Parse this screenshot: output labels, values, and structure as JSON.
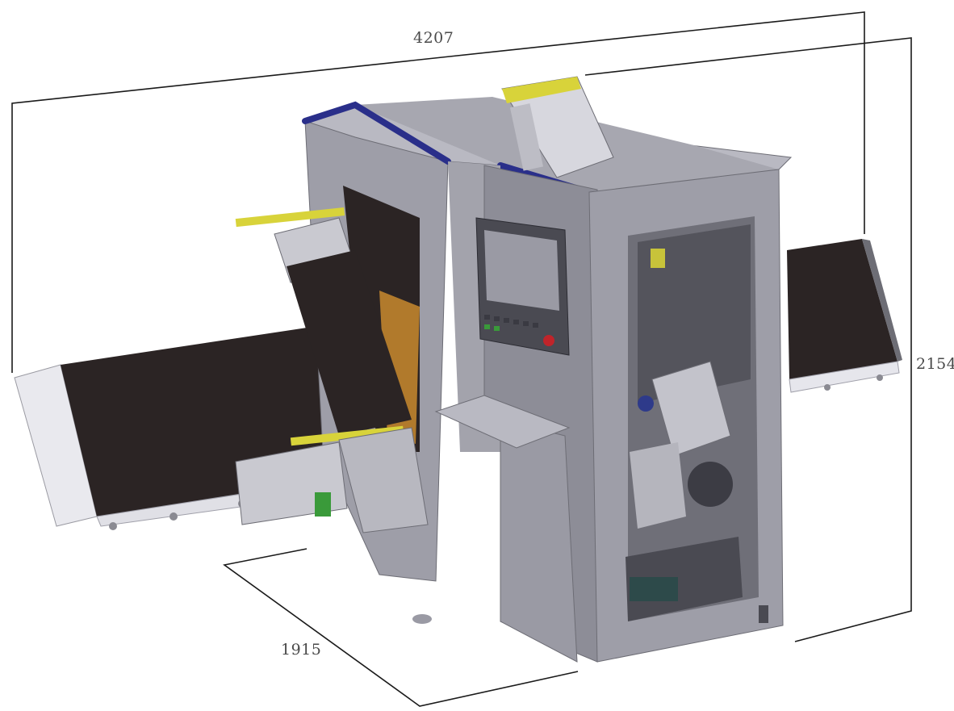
{
  "dimensions": {
    "width": "4207",
    "height": "2154",
    "depth": "1915"
  },
  "colors": {
    "frame": "#9e9ea8",
    "frame_light": "#b9b9c2",
    "frame_dark": "#7b7b85",
    "belt": "#2b2424",
    "blue_edge": "#2a2f8a",
    "yellow": "#d8d33a",
    "dim_line": "#1a1a1a"
  },
  "icons": [
    "control-panel-screen",
    "emergency-stop-button"
  ]
}
